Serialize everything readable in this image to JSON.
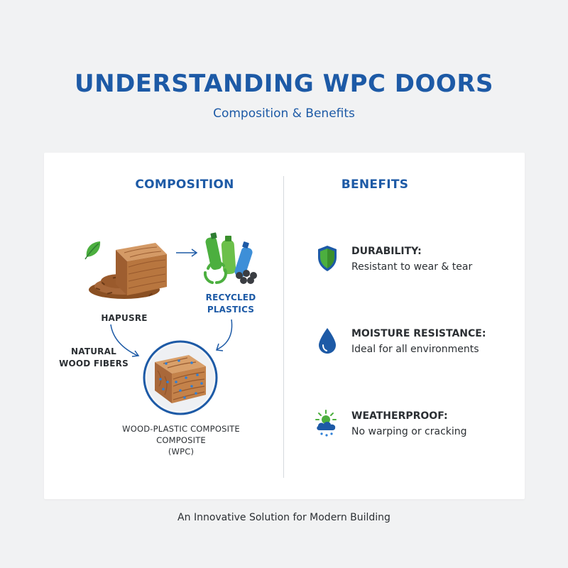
{
  "header": {
    "title": "UNDERSTANDING WPC DOORS",
    "subtitle": "Composition & Benefits"
  },
  "composition": {
    "heading": "COMPOSITION",
    "label_hapusre": "HAPUSRE",
    "label_recycled_line1": "RECYCLED",
    "label_recycled_line2": "PLASTICS",
    "label_natural_line1": "NATURAL",
    "label_natural_line2": "WOOD FIBERS",
    "label_wpc_line1": "WOOD-PLASTIC COMPOSITE",
    "label_wpc_line2": "COMPOSITE",
    "label_wpc_line3": "(WPC)"
  },
  "benefits": {
    "heading": "BENEFITS",
    "items": [
      {
        "title": "DURABILITY:",
        "desc": "Resistant to wear & tear",
        "icon": "shield-icon"
      },
      {
        "title": "MOISTURE RESISTANCE:",
        "desc": "Ideal for all environments",
        "icon": "water-drop-icon"
      },
      {
        "title": "WEATHERPROOF:",
        "desc": "No warping or cracking",
        "icon": "weather-icon"
      }
    ]
  },
  "footer": {
    "tagline": "An Innovative Solution for Modern Building"
  },
  "colors": {
    "accent_blue": "#1d5aa6",
    "leaf_green": "#4caf3f",
    "wood_brown": "#a8683a"
  }
}
